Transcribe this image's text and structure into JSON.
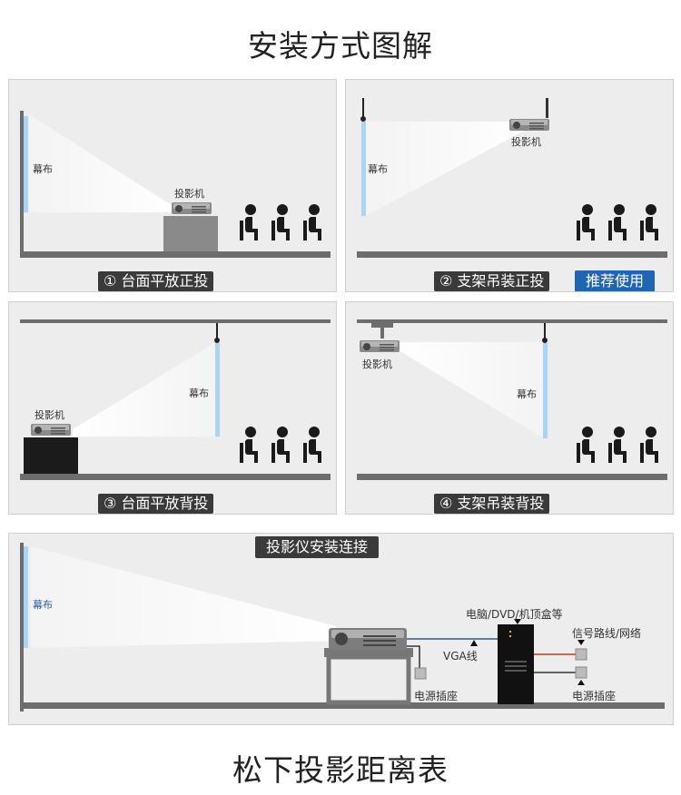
{
  "page": {
    "title": "安装方式图解",
    "footer_title": "松下投影距离表"
  },
  "labels": {
    "screen": "幕布",
    "projector": "投影机"
  },
  "panels": [
    {
      "caption": "① 台面平放正投"
    },
    {
      "caption": "② 支架吊装正投",
      "badge": "推荐使用"
    },
    {
      "caption": "③ 台面平放背投"
    },
    {
      "caption": "④ 支架吊装背投"
    }
  ],
  "connection": {
    "caption": "投影仪安装连接",
    "screen": "幕布",
    "computer": "电脑/DVD/机顶盒等",
    "vga": "VGA线",
    "signal": "信号路线/网络",
    "power_left": "电源插座",
    "power_right": "电源插座"
  },
  "colors": {
    "floor": "#6d6d6d",
    "screen": "#a9d4f5",
    "caption_bg": "#3a3a3a",
    "badge_bg": "#1e66b4",
    "vga_cable": "#2a5aa8",
    "signal_cable": "#c0392b"
  }
}
